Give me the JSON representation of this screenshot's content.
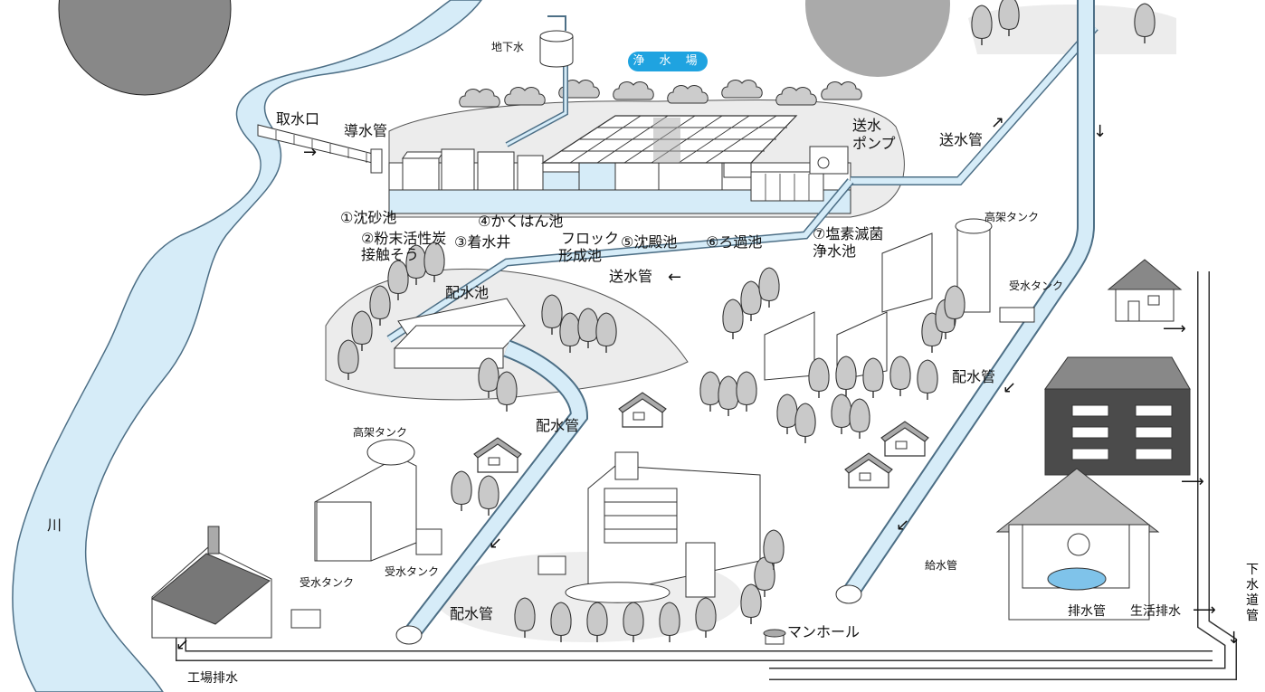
{
  "colors": {
    "water": "#d6ecf8",
    "water_stroke": "#4d6f86",
    "badge": "#1fa3e0",
    "tree": "#c9c9c9",
    "hill": "#ececec",
    "apartment": "#4b4b4b"
  },
  "badge": {
    "text": "浄 水 場"
  },
  "labels": {
    "groundwater": "地下水",
    "intake": "取水口",
    "conduit": "導水管",
    "pump_1": "送水",
    "pump_2": "ポンプ",
    "step1": "①沈砂池",
    "step2_1": "②粉末活性炭",
    "step2_2": "接触そう",
    "step3": "③着水井",
    "step4": "④かくはん池",
    "floc_1": "フロック",
    "floc_2": "形成池",
    "step5": "⑤沈殿池",
    "step6": "⑥ろ過池",
    "step7_1": "⑦塩素滅菌",
    "step7_2": "浄水池",
    "transmission_main_upper": "送水管",
    "transmission_main_lower": "送水管",
    "elevated_tank_right": "高架タンク",
    "receiving_tank_right": "受水タンク",
    "reservoir": "配水池",
    "distribution_pipe_right": "配水管",
    "distribution_pipe_center": "配水管",
    "elevated_tank_left": "高架タンク",
    "receiving_tank_center": "受水タンク",
    "receiving_tank_left": "受水タンク",
    "distribution_pipe_bottom": "配水管",
    "service_pipe": "給水管",
    "drain_pipe": "排水管",
    "domestic_wastewater": "生活排水",
    "manhole": "マンホール",
    "river": "川",
    "factory_wastewater": "工場排水",
    "sewer_pipe": "下水道管"
  },
  "icons": [
    "arrow-icon",
    "manhole-icon",
    "tree-icon",
    "house-icon",
    "faucet-icon"
  ]
}
